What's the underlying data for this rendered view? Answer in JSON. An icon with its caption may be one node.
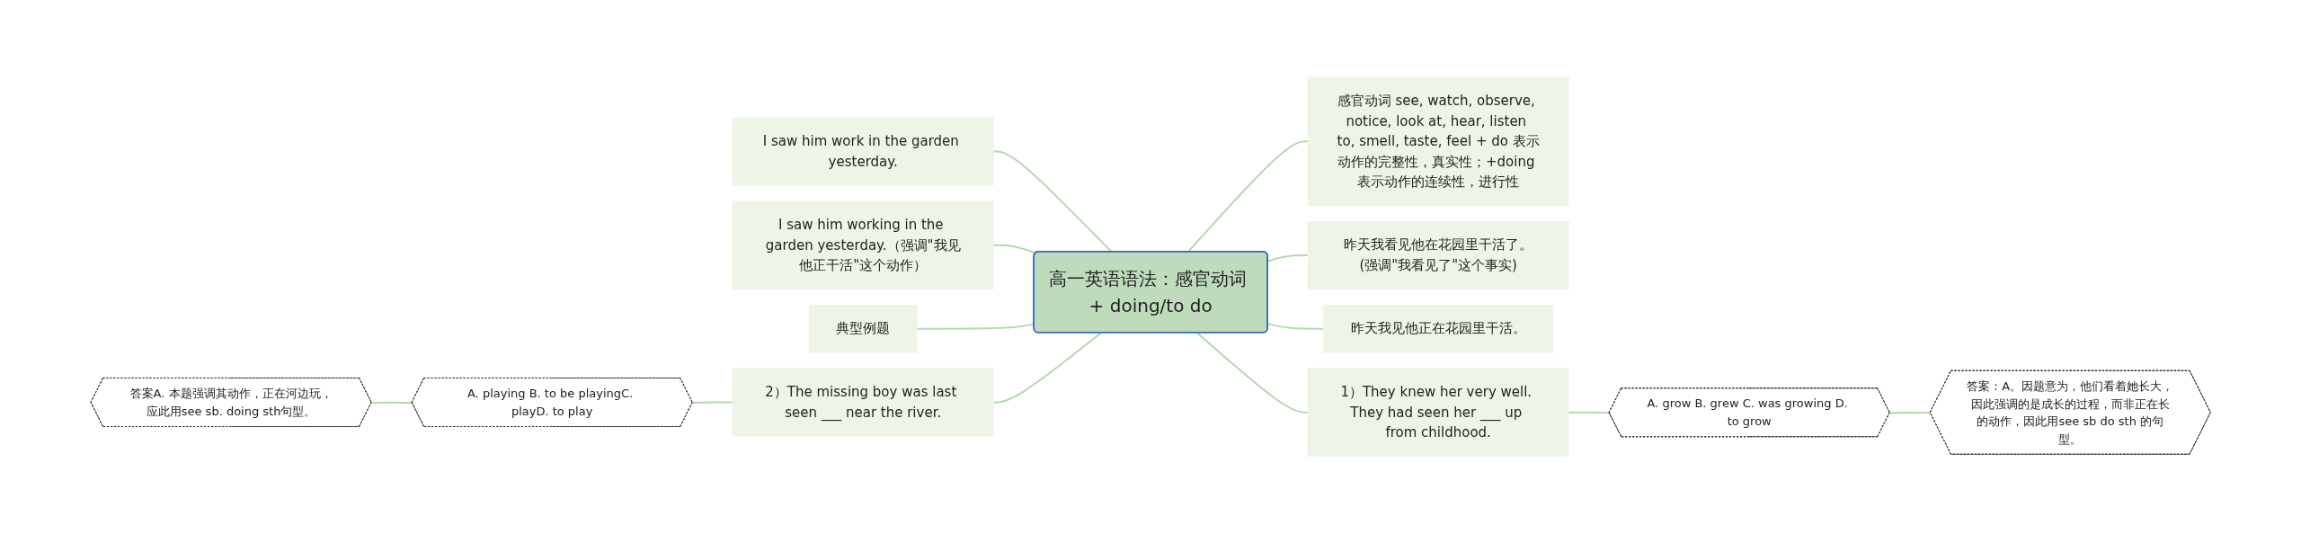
{
  "diagram": {
    "nodes": [
      {
        "text": [
          "高一英语语法：感官动词 + doing/to do"
        ]
      },
      {
        "text": [
          "感官动词 see, watch, observe, notice, look at, hear, listen to, smell, taste, feel + do 表示动作的完整性，真实性；+doing 表示动作的连续性，进行性"
        ]
      },
      {
        "text": [
          "昨天我看见他在花园里干活了。(强调\"我看见了\"这个事实)"
        ]
      },
      {
        "text": [
          "昨天我见他正在花园里干活。"
        ]
      },
      {
        "text": [
          "1）They knew her very well. They had seen her ___ up from childhood."
        ]
      },
      {
        "text": [
          "A. grow B. grew C. was growing D. to grow"
        ]
      },
      {
        "text": [
          "答案：A。因题意为，他们看着她长大，因此强调的是成长的过程，而非正在长的动作，因此用see sb do sth 的句型。"
        ]
      },
      {
        "text": [
          "I saw him work in the garden yesterday."
        ]
      },
      {
        "text": [
          "I saw him working in the garden yesterday.（强调\"我见他正干活\"这个动作）"
        ]
      },
      {
        "text": [
          "典型例题"
        ]
      },
      {
        "text": [
          "2）The missing boy was last seen ___ near the river."
        ]
      },
      {
        "text": [
          "A. playing B. to be playingC. playD. to play"
        ]
      },
      {
        "text": [
          "答案A. 本题强调其动作，正在河边玩，应此用see sb. doing sth句型。"
        ]
      }
    ],
    "edges": [
      {
        "from": 0,
        "to": 1,
        "arrow": "none"
      },
      {
        "from": 0,
        "to": 2,
        "arrow": "none"
      },
      {
        "from": 0,
        "to": 3,
        "arrow": "none"
      },
      {
        "from": 0,
        "to": 4,
        "arrow": "none"
      },
      {
        "from": 4,
        "to": 5,
        "arrow": "none"
      },
      {
        "from": 5,
        "to": 6,
        "arrow": "none"
      },
      {
        "from": 7,
        "to": 0,
        "arrow": "none"
      },
      {
        "from": 8,
        "to": 0,
        "arrow": "none"
      },
      {
        "from": 9,
        "to": 0,
        "arrow": "none"
      },
      {
        "from": 10,
        "to": 0,
        "arrow": "none"
      },
      {
        "from": 11,
        "to": 10,
        "arrow": "none"
      },
      {
        "from": 12,
        "to": 11,
        "arrow": "none"
      }
    ]
  }
}
